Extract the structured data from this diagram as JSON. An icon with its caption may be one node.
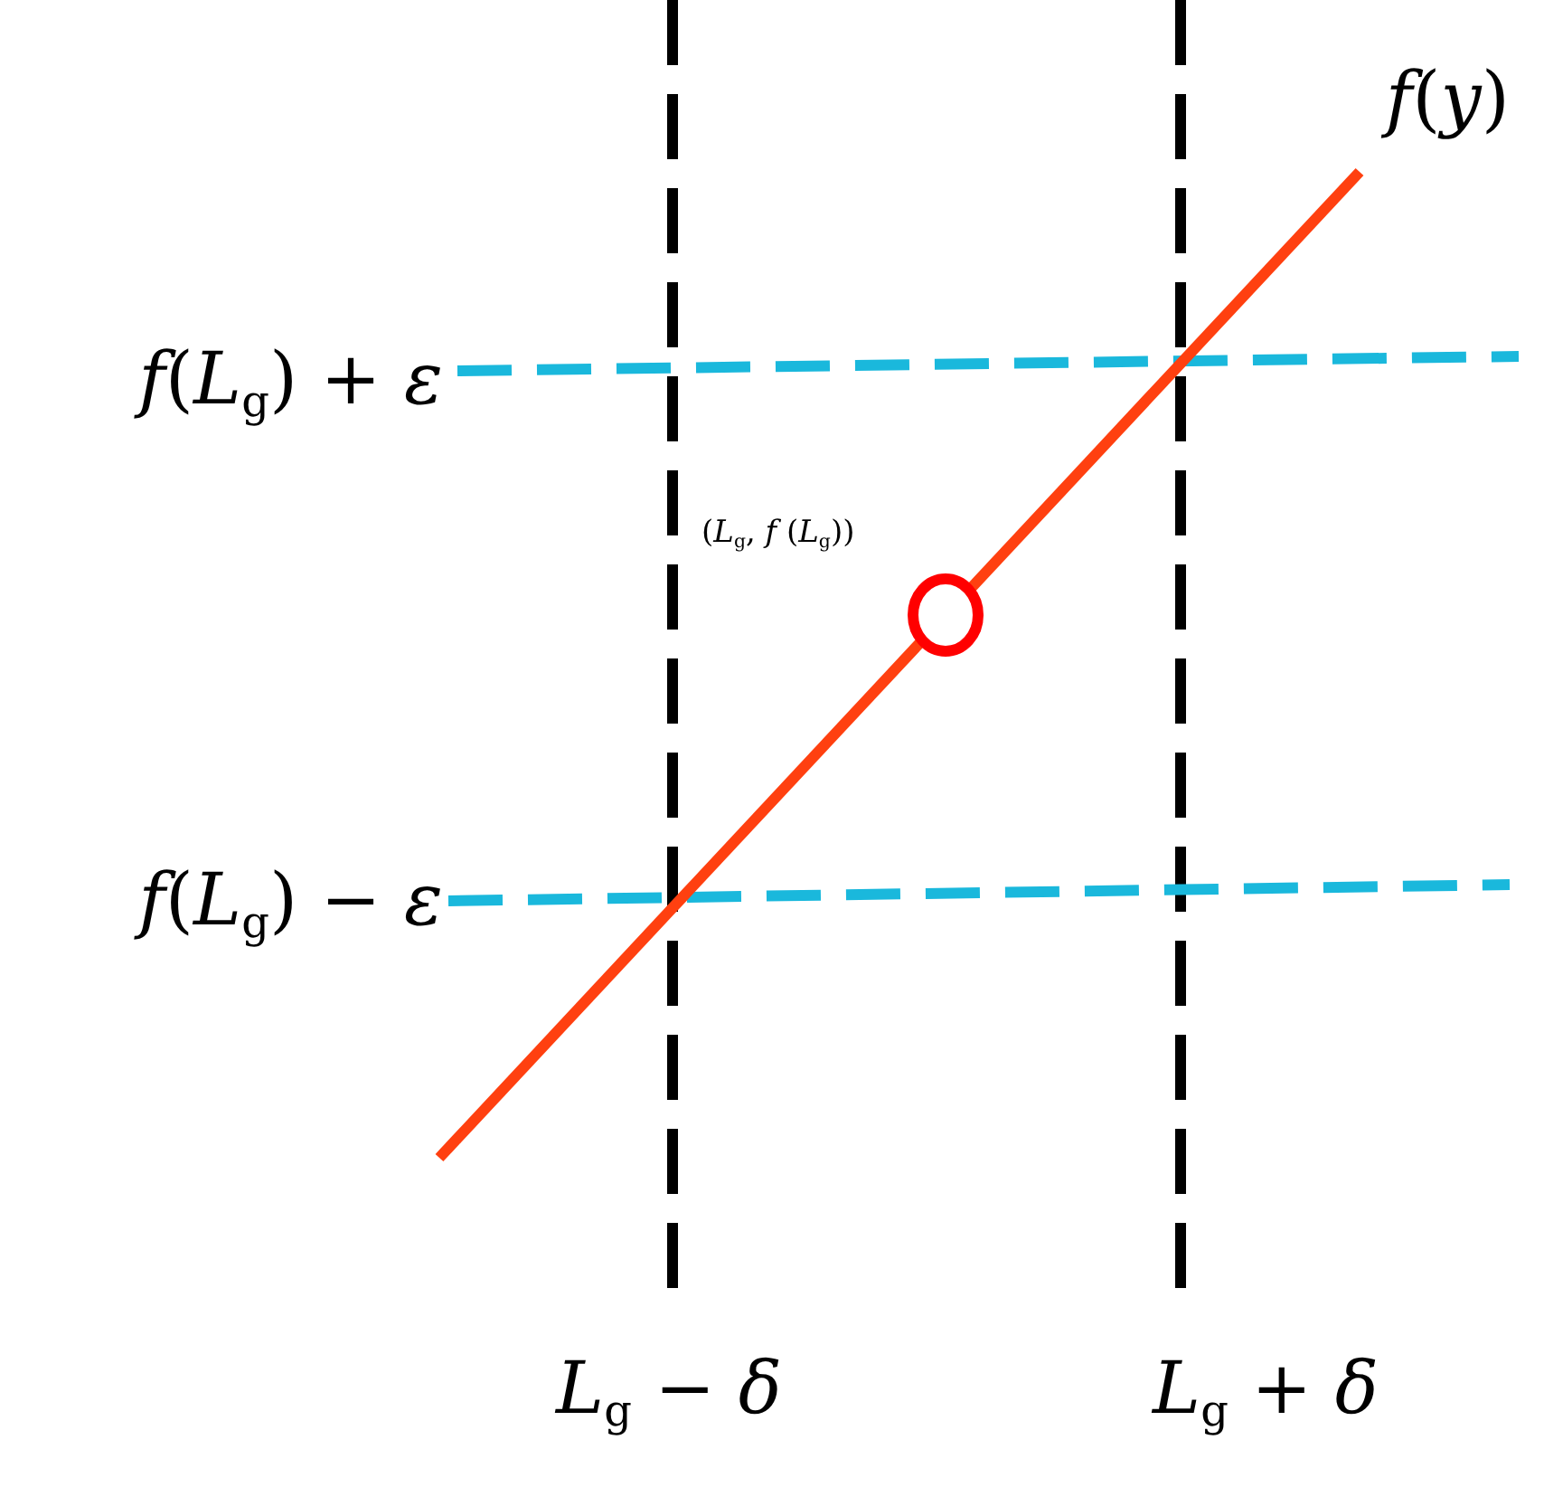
{
  "diagram": {
    "labels": [
      "*f*(*y*)",
      "*f*(*L*$_{g}$) + *ε*",
      "(*L*$_{g}$, *f* (*L*$_{g}$))",
      "*f*(*L*$_{g}$) − *ε*",
      "*L*$_{g}$ − *δ*",
      "*L*$_{g}$ + *δ*"
    ]
  }
}
